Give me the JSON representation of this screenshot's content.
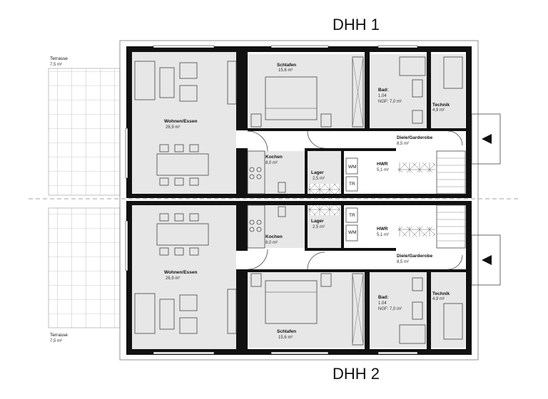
{
  "titles": {
    "top": "DHH 1",
    "bottom": "DHH 2"
  },
  "units": {
    "dhh1": {
      "terrasse": {
        "name": "Terrasse",
        "area": "7,5 m²"
      },
      "wohnen": {
        "name": "Wohnen/Essen",
        "area": "26,9 m²"
      },
      "schlafen": {
        "name": "Schlafen",
        "area": "15,6 m²"
      },
      "bad": {
        "name": "Bad:",
        "num": "1.04",
        "area": "NGF: 7,0 m²"
      },
      "technik": {
        "name": "Technik",
        "area": "4,9 m²"
      },
      "diele": {
        "name": "Diele/Garderobe",
        "area": "8,5 m²"
      },
      "kochen": {
        "name": "Kochen",
        "area": "8,0 m²"
      },
      "lager": {
        "name": "Lager",
        "area": "2,5 m²"
      },
      "hwr": {
        "name": "HWR",
        "area": "5,1 m²"
      },
      "wm": "WM",
      "tr": "TR"
    },
    "dhh2": {
      "terrasse": {
        "name": "Terrasse",
        "area": "7,5 m²"
      },
      "wohnen": {
        "name": "Wohnen/Essen",
        "area": "26,9 m²"
      },
      "schlafen": {
        "name": "Schlafen",
        "area": "15,6 m²"
      },
      "bad": {
        "name": "Bad:",
        "num": "1.04",
        "area": "NGF: 7,0 m²"
      },
      "technik": {
        "name": "Technik",
        "area": "4,9 m²"
      },
      "diele": {
        "name": "Diele/Garderobe",
        "area": "8,5 m²"
      },
      "kochen": {
        "name": "Kochen",
        "area": "8,0 m²"
      },
      "lager": {
        "name": "Lager",
        "area": "2,5 m²"
      },
      "hwr": {
        "name": "HWR",
        "area": "5,1 m²"
      },
      "wm": "WM",
      "tr": "TR"
    }
  },
  "colors": {
    "wall": "#111111",
    "floor": "#e7e7e7",
    "line": "#444444"
  }
}
